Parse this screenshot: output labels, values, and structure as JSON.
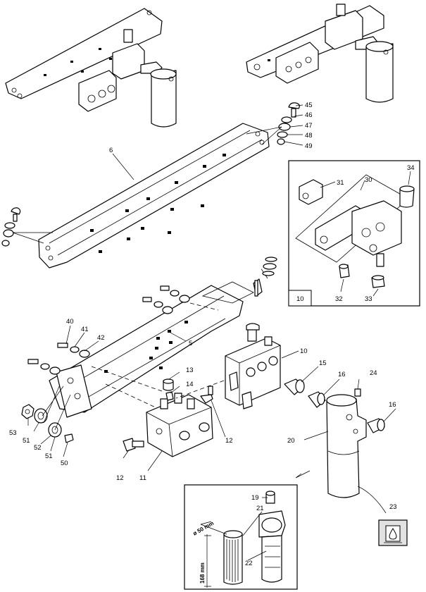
{
  "callouts": [
    "45",
    "46",
    "47",
    "48",
    "49",
    "6",
    "31",
    "30",
    "34",
    "10",
    "32",
    "33",
    "40",
    "41",
    "42",
    "5",
    "10",
    "13",
    "14",
    "15",
    "16",
    "24",
    "16",
    "12",
    "53",
    "51",
    "52",
    "51",
    "50",
    "11",
    "12",
    "20",
    "19",
    "21",
    "22",
    "23"
  ],
  "dimensions": {
    "diameter": "ø 50 mm",
    "length": "168 mm"
  },
  "symbols": {
    "oil_symbol": "oil-drop-icon"
  },
  "colors": {
    "line": "#000000",
    "background": "#ffffff",
    "symbol_fill": "#d9d9d9"
  }
}
